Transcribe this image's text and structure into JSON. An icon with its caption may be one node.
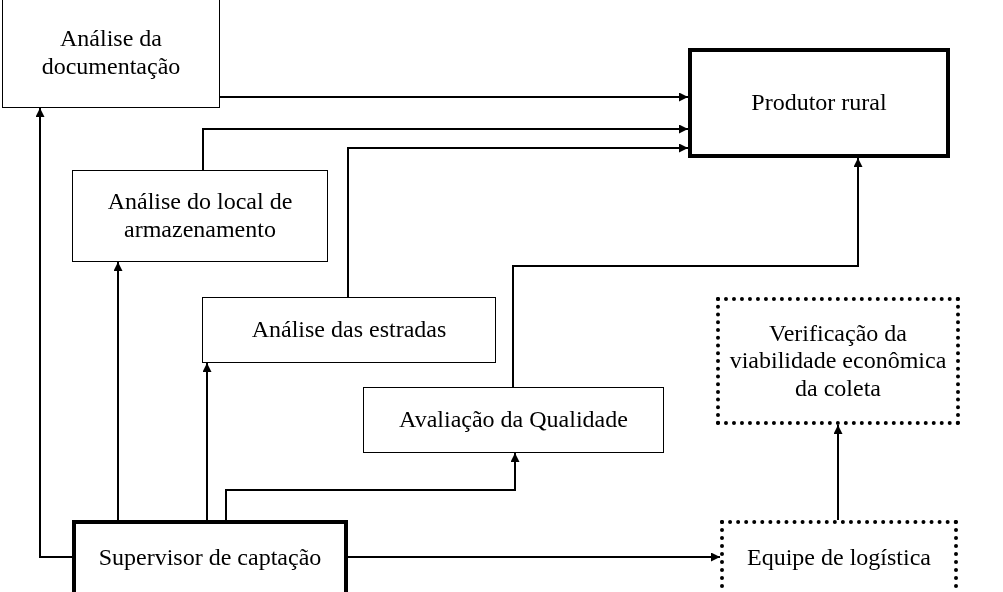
{
  "diagram": {
    "nodes": [
      {
        "text": [
          "Análise da documentação"
        ]
      },
      {
        "text": [
          "Produtor rural"
        ]
      },
      {
        "text": [
          "Análise do local de armazenamento"
        ]
      },
      {
        "text": [
          "Análise das estradas"
        ]
      },
      {
        "text": [
          "Avaliação da Qualidade"
        ]
      },
      {
        "text": [
          "Verificação da viabilidade econômica da coleta"
        ]
      },
      {
        "text": [
          "Supervisor de captação"
        ]
      },
      {
        "text": [
          "Equipe de logística"
        ]
      }
    ],
    "edges": [
      {
        "from": 6,
        "to": 0,
        "arrow": "to"
      },
      {
        "from": 0,
        "to": 1,
        "arrow": "to"
      },
      {
        "from": 2,
        "to": 1,
        "arrow": "to"
      },
      {
        "from": 3,
        "to": 1,
        "arrow": "to"
      },
      {
        "from": 4,
        "to": 1,
        "arrow": "to"
      },
      {
        "from": 6,
        "to": 2,
        "arrow": "to"
      },
      {
        "from": 6,
        "to": 3,
        "arrow": "to"
      },
      {
        "from": 6,
        "to": 4,
        "arrow": "to"
      },
      {
        "from": 6,
        "to": 7,
        "arrow": "to"
      },
      {
        "from": 7,
        "to": 5,
        "arrow": "to"
      }
    ]
  }
}
